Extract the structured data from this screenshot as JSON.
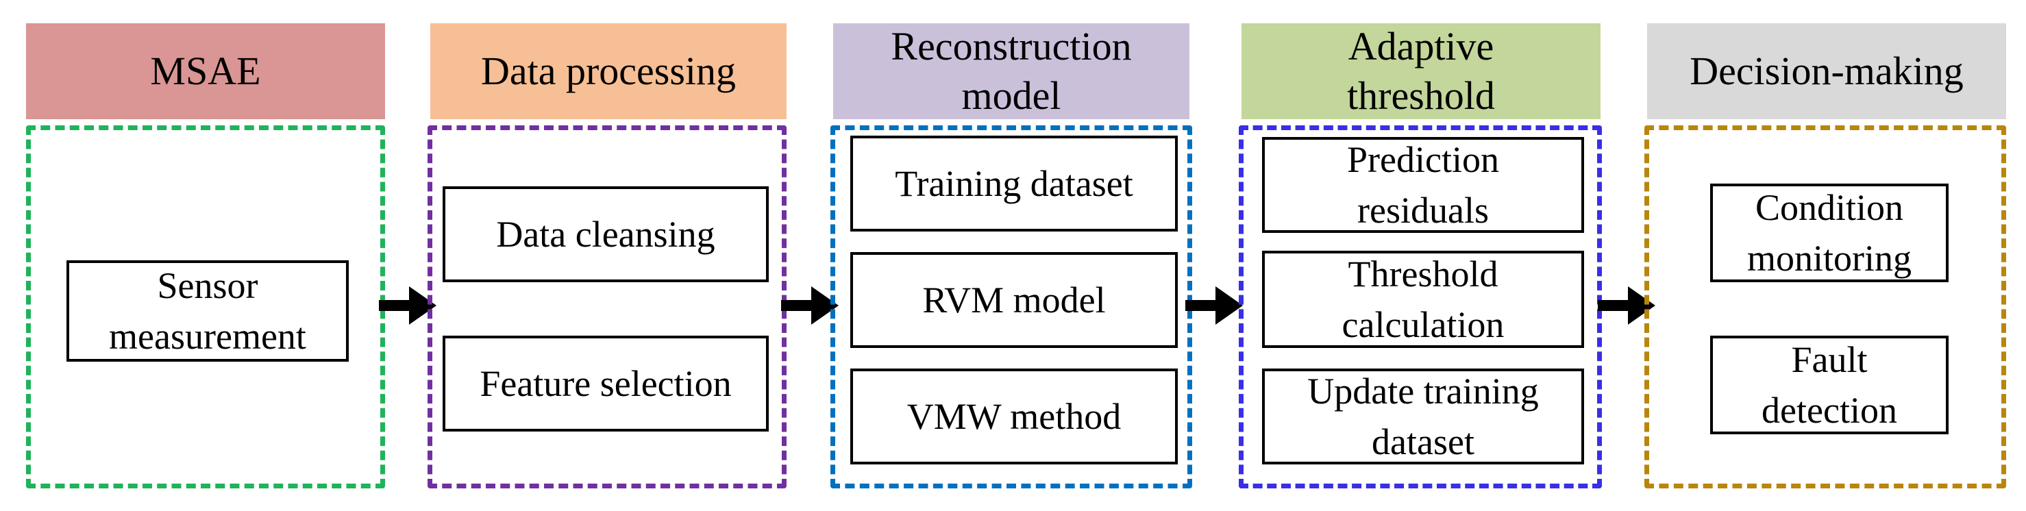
{
  "stages": [
    {
      "header": "MSAE",
      "header_color": "#d99694",
      "border_color": "#1fb35a",
      "items": [
        "Sensor\nmeasurement"
      ]
    },
    {
      "header": "Data processing",
      "header_color": "#f7bf95",
      "border_color": "#7030a0",
      "items": [
        "Data cleansing",
        "Feature selection"
      ]
    },
    {
      "header": "Reconstruction\nmodel",
      "header_color": "#cbc0da",
      "border_color": "#0070c0",
      "items": [
        "Training dataset",
        "RVM model",
        "VMW method"
      ]
    },
    {
      "header": "Adaptive\nthreshold",
      "header_color": "#c3d69b",
      "border_color": "#3a2ee6",
      "items": [
        "Prediction\nresiduals",
        "Threshold\ncalculation",
        "Update training\ndataset"
      ]
    },
    {
      "header": "Decision-making",
      "header_color": "#d9d9d9",
      "border_color": "#b8860b",
      "items": [
        "Condition\nmonitoring",
        "Fault\ndetection"
      ]
    }
  ],
  "arrows": [
    "arrow-right-icon",
    "arrow-right-icon",
    "arrow-right-icon",
    "arrow-right-icon"
  ]
}
